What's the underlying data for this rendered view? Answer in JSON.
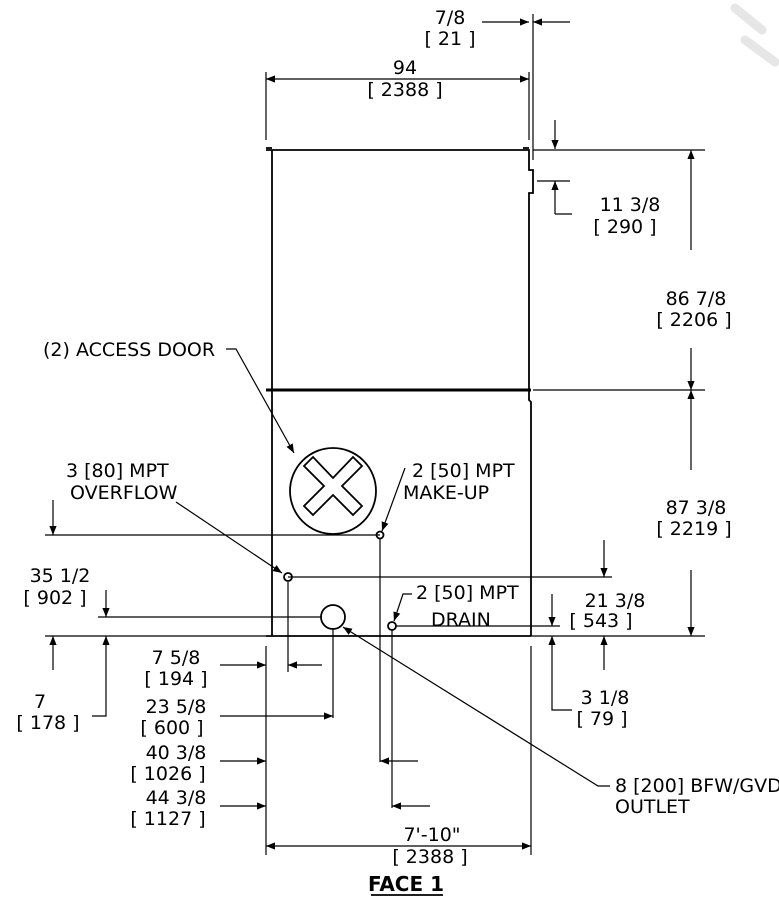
{
  "diagram": {
    "title": "FACE 1",
    "colors": {
      "line": "#000000",
      "background": "#ffffff",
      "watermark": "#e6e6e6"
    },
    "dimensions": {
      "top_lip": {
        "imperial": "7/8",
        "metric": "[ 21 ]"
      },
      "top_width": {
        "imperial": "94",
        "metric": "[ 2388 ]"
      },
      "lip_drop": {
        "imperial": "11 3/8",
        "metric": "[ 290 ]"
      },
      "upper_height": {
        "imperial": "86 7/8",
        "metric": "[ 2206 ]"
      },
      "lower_height": {
        "imperial": "87 3/8",
        "metric": "[ 2219 ]"
      },
      "overflow_height": {
        "imperial": "35 1/2",
        "metric": "[ 902 ]"
      },
      "drain_height": {
        "imperial": "21 3/8",
        "metric": "[ 543 ]"
      },
      "outlet_height": {
        "imperial": "7",
        "metric": "[ 178 ]"
      },
      "drain_elev": {
        "imperial": "3 1/8",
        "metric": "[ 79 ]"
      },
      "overflow_offset": {
        "imperial": "7 5/8",
        "metric": "[ 194 ]"
      },
      "outlet_offset": {
        "imperial": "23 5/8",
        "metric": "[ 600 ]"
      },
      "makeup_offset": {
        "imperial": "40 3/8",
        "metric": "[ 1026 ]"
      },
      "drain_offset": {
        "imperial": "44 3/8",
        "metric": "[ 1127 ]"
      },
      "bottom_width": {
        "imperial": "7'-10\"",
        "metric": "[ 2388 ]"
      }
    },
    "callouts": {
      "access_door": "(2) ACCESS DOOR",
      "overflow": [
        "3 [80] MPT",
        "OVERFLOW"
      ],
      "makeup": [
        "2 [50] MPT",
        "MAKE-UP"
      ],
      "drain": [
        "2 [50] MPT",
        "DRAIN"
      ],
      "outlet": [
        "8 [200] BFW/GVD",
        "OUTLET"
      ]
    }
  }
}
